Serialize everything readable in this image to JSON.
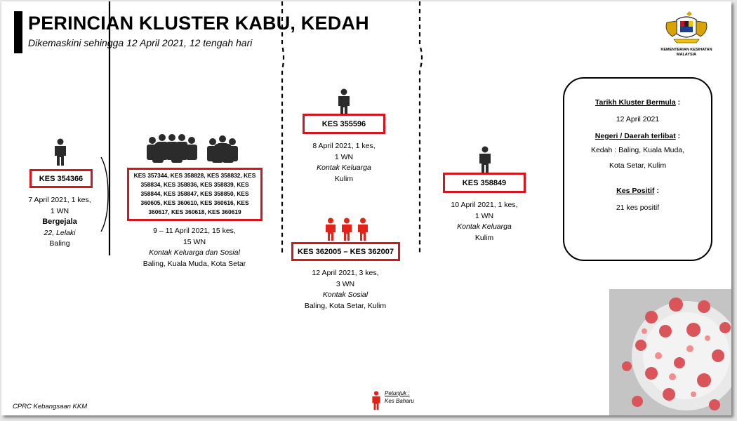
{
  "title": "PERINCIAN KLUSTER KABU, KEDAH",
  "subtitle": "Dikemaskini sehingga 12 April 2021, 12 tengah hari",
  "ministry": "KEMENTERIAN KESIHATAN MALAYSIA",
  "colors": {
    "accent": "#d4161c",
    "person": "#2b2b2b",
    "new_case": "#e2231a"
  },
  "index_case": {
    "icon": "person-icon",
    "box": "KES 354366",
    "line1": "7 April 2021, 1 kes,",
    "line2": "1 WN",
    "status": "Bergejala",
    "demo": "22, Lelaki",
    "place": "Baling"
  },
  "group_cases": {
    "icon": "group-icon",
    "box_lines": [
      "KES 357344, KES 358828, KES 358832, KES",
      "358834, KES 358836, KES 358839, KES",
      "358844, KES 358847, KES 358850, KES",
      "360605, KES 360610, KES 360616, KES",
      "360617, KES 360618, KES 360619"
    ],
    "line1": "9 – 11 April 2021, 15 kes,",
    "line2": "15 WN",
    "contact": "Kontak Keluarga dan Sosial",
    "place": "Baling, Kuala Muda, Kota Setar"
  },
  "case_355596": {
    "icon": "person-icon",
    "box": "KES 355596",
    "line1": "8 April 2021, 1 kes,",
    "line2": "1 WN",
    "contact": "Kontak Keluarga",
    "place": "Kulim"
  },
  "new_cases": {
    "icon": "new-case-person-icon",
    "box": "KES 362005 – KES 362007",
    "line1": "12 April 2021, 3 kes,",
    "line2": "3 WN",
    "contact": "Kontak Sosial",
    "place": "Baling, Kota Setar, Kulim"
  },
  "case_358849": {
    "icon": "person-icon",
    "box": "KES 358849",
    "line1": "10 April 2021, 1 kes,",
    "line2": "1 WN",
    "contact": "Kontak Keluarga",
    "place": "Kulim"
  },
  "panel": {
    "start_label": "Tarikh Kluster Bermula",
    "start_value": "12 April 2021",
    "state_label": "Negeri / Daerah terlibat",
    "state_line1": "Kedah : Baling, Kuala Muda,",
    "state_line2": "Kota Setar, Kulim",
    "positive_label": "Kes Positif",
    "positive_value": "21 kes positif"
  },
  "legend": {
    "label": "Petunjuk :",
    "value": "Kes Baharu"
  },
  "footer": "CPRC Kebangsaan KKM"
}
